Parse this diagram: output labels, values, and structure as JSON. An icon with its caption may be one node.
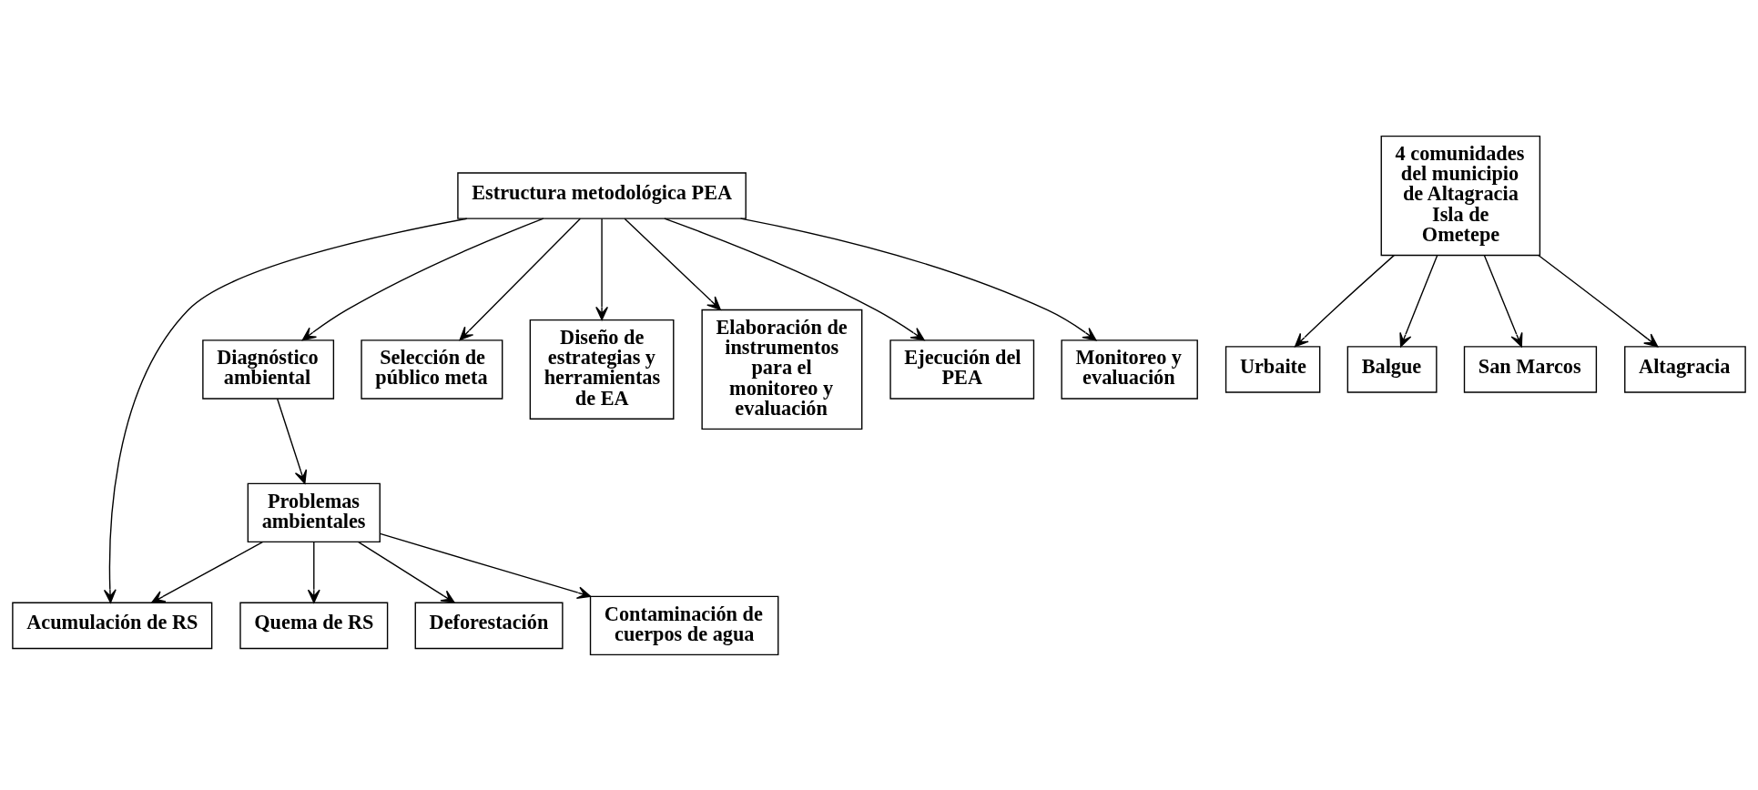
{
  "diagram": {
    "nodes": [
      {
        "text": [
          "Estructura metodológica PEA"
        ]
      },
      {
        "text": [
          "Diagnóstico ambiental"
        ]
      },
      {
        "text": [
          "Problemas ambientales"
        ]
      },
      {
        "text": [
          "Acumulación de RS"
        ]
      },
      {
        "text": [
          "Quema de RS"
        ]
      },
      {
        "text": [
          "Deforestación"
        ]
      },
      {
        "text": [
          "Contaminación de cuerpos de agua"
        ]
      },
      {
        "text": [
          "Selección de público meta"
        ]
      },
      {
        "text": [
          "Diseño de estrategias y herramientas de EA"
        ]
      },
      {
        "text": [
          "Elaboración de instrumentos para el monitoreo y evaluación"
        ]
      },
      {
        "text": [
          "Ejecución del PEA"
        ]
      },
      {
        "text": [
          "Monitoreo y evaluación"
        ]
      },
      {
        "text": [
          "4 comunidades del municipio de Altagracia Isla de Ometepe"
        ]
      },
      {
        "text": [
          "Urbaite"
        ]
      },
      {
        "text": [
          "Balgue"
        ]
      },
      {
        "text": [
          "San Marcos"
        ]
      },
      {
        "text": [
          "Altagracia"
        ]
      }
    ],
    "edges": [
      {
        "from": 0,
        "to": 1,
        "arrow": "to"
      },
      {
        "from": 0,
        "to": 3,
        "arrow": "to"
      },
      {
        "from": 0,
        "to": 7,
        "arrow": "to"
      },
      {
        "from": 0,
        "to": 8,
        "arrow": "to"
      },
      {
        "from": 0,
        "to": 9,
        "arrow": "to"
      },
      {
        "from": 0,
        "to": 10,
        "arrow": "to"
      },
      {
        "from": 0,
        "to": 11,
        "arrow": "to"
      },
      {
        "from": 1,
        "to": 2,
        "arrow": "to"
      },
      {
        "from": 2,
        "to": 3,
        "arrow": "to"
      },
      {
        "from": 2,
        "to": 4,
        "arrow": "to"
      },
      {
        "from": 2,
        "to": 5,
        "arrow": "to"
      },
      {
        "from": 2,
        "to": 6,
        "arrow": "to"
      },
      {
        "from": 12,
        "to": 13,
        "arrow": "to"
      },
      {
        "from": 12,
        "to": 14,
        "arrow": "to"
      },
      {
        "from": 12,
        "to": 15,
        "arrow": "to"
      },
      {
        "from": 12,
        "to": 16,
        "arrow": "to"
      }
    ]
  }
}
